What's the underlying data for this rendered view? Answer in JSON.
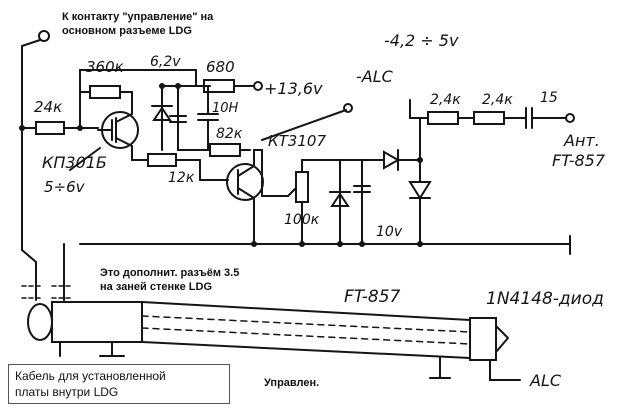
{
  "labels": {
    "ldg_control_note_line1": "К контакту \"управление\" на",
    "ldg_control_note_line2": "основном разъеме LDG",
    "res_24k": "24к",
    "res_360k": "360к",
    "cap_6_2v": "6,2v",
    "res_680": "680",
    "supply_13_6v": "+13,6v",
    "vref_4_2_5v": "-4,2 ÷ 5v",
    "alc_top": "-ALC",
    "res_2_4k_a": "2,4к",
    "res_2_4k_b": "2,4к",
    "cap_15": "15",
    "ant_label": "Ант.",
    "ft857_right": "FT-857",
    "res_82k": "82к",
    "cap_10n": "10Н",
    "kt3107": "КТ3107",
    "kp301b": "КП301Б",
    "supply_5_6v": "5÷6v",
    "res_12k": "12к",
    "pot_100k": "100к",
    "cap_10v": "10v",
    "jack_note_line1": "Это дополнит. разъём 3.5",
    "jack_note_line2": "на заней стенке LDG",
    "ft857_bottom": "FT-857",
    "diode_1n4148": "1N4148-диод",
    "cable_note_line1": "Кабель для установленной",
    "cable_note_line2": "платы внутри LDG",
    "upravlen": "Управлен.",
    "alc_bottom": "ALC"
  }
}
